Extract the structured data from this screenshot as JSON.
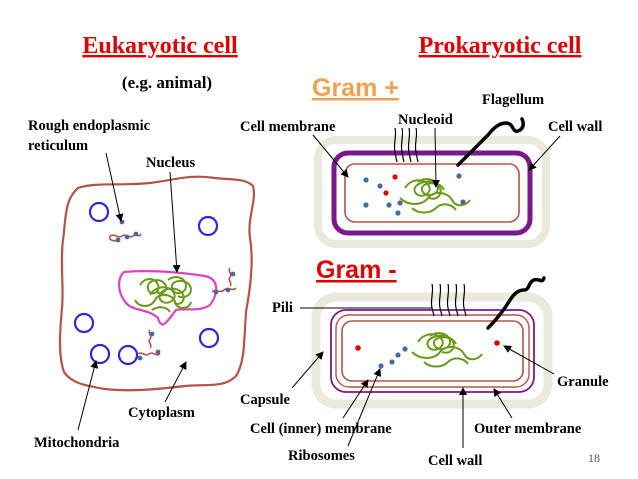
{
  "titles": {
    "eukaryotic": "Eukaryotic cell",
    "eukaryotic_example": "(e.g. animal)",
    "prokaryotic": "Prokaryotic cell",
    "gram_positive": "Gram +",
    "gram_negative": "Gram -"
  },
  "eukaryote_labels": {
    "rough_er": "Rough endoplasmic",
    "rough_er_2": "reticulum",
    "nucleus": "Nucleus",
    "cytoplasm": "Cytoplasm",
    "mitochondria": "Mitochondria"
  },
  "gram_positive_labels": {
    "cell_membrane": "Cell membrane",
    "nucleoid": "Nucleoid",
    "flagellum": "Flagellum",
    "cell_wall": "Cell wall"
  },
  "gram_negative_labels": {
    "pili": "Pili",
    "capsule": "Capsule",
    "granule": "Granule",
    "cell_inner_membrane": "Cell (inner) membrane",
    "outer_membrane": "Outer membrane",
    "ribosomes": "Ribosomes",
    "cell_wall": "Cell wall"
  },
  "footer": {
    "page_number": "18"
  },
  "colors": {
    "title_red": "#e00000",
    "gram_positive": "#f0a050",
    "gram_negative": "#e00000",
    "cell_border": "#b5524a",
    "nucleus_membrane": "#e040c0",
    "dna_green": "#6a9a1a",
    "mitochondria_blue": "#2a2ad0",
    "ribosome_blue": "#4a6a9a",
    "granule_red": "#e00000",
    "gram_pos_wall": "#7a1a8a",
    "capsule_beige": "#ebe8dc"
  }
}
